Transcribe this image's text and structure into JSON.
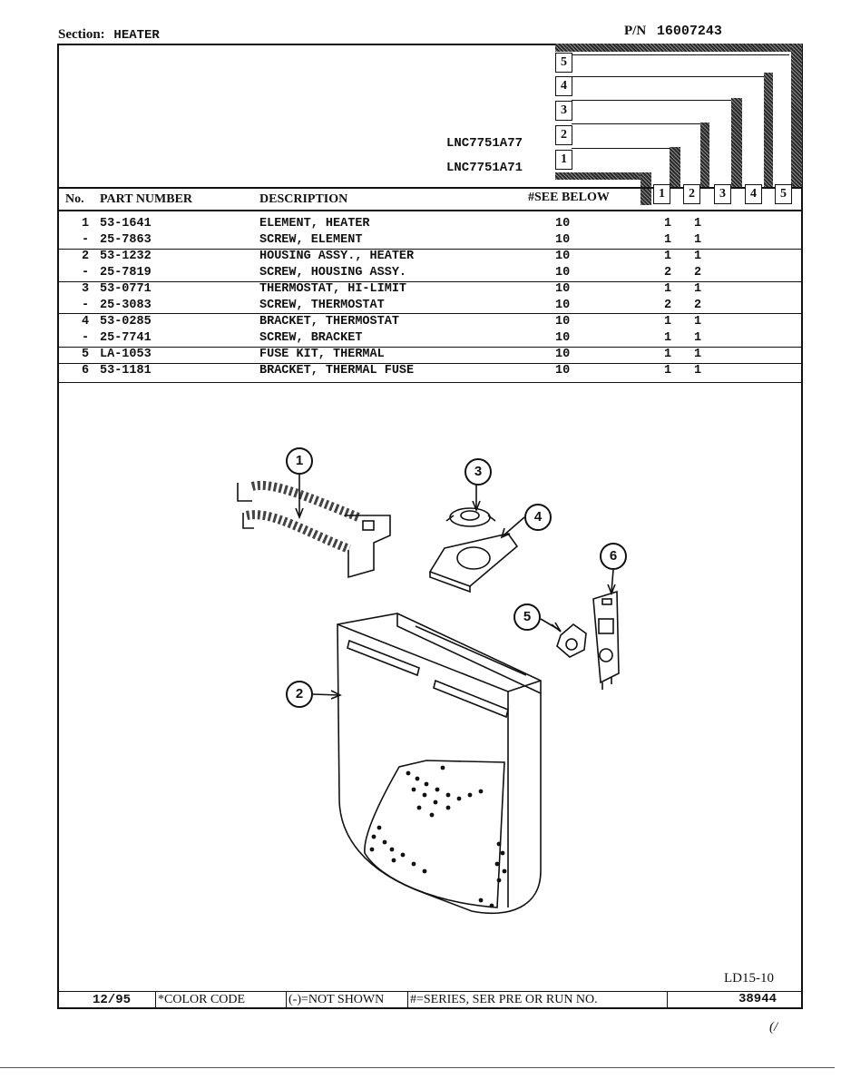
{
  "header": {
    "section_label": "Section:",
    "section_value": "HEATER",
    "pn_label": "P/N",
    "pn_value": "16007243"
  },
  "models": [
    "LNC7751A77",
    "LNC7751A71"
  ],
  "series_boxes": [
    "5",
    "4",
    "3",
    "2",
    "1"
  ],
  "columns": {
    "no": "No.",
    "part_number": "PART NUMBER",
    "description": "DESCRIPTION",
    "see_below": "#SEE BELOW",
    "col_nums": [
      "1",
      "2",
      "3",
      "4",
      "5"
    ]
  },
  "rows": [
    {
      "no": "1",
      "part": "53-1641",
      "desc": "ELEMENT, HEATER",
      "see": "10",
      "c1": "1",
      "c2": "1"
    },
    {
      "no": "-",
      "part": "25-7863",
      "desc": "SCREW, ELEMENT",
      "see": "10",
      "c1": "1",
      "c2": "1"
    },
    {
      "no": "2",
      "part": "53-1232",
      "desc": "HOUSING ASSY., HEATER",
      "see": "10",
      "c1": "1",
      "c2": "1"
    },
    {
      "no": "-",
      "part": "25-7819",
      "desc": "SCREW, HOUSING ASSY.",
      "see": "10",
      "c1": "2",
      "c2": "2"
    },
    {
      "no": "3",
      "part": "53-0771",
      "desc": "THERMOSTAT, HI-LIMIT",
      "see": "10",
      "c1": "1",
      "c2": "1"
    },
    {
      "no": "-",
      "part": "25-3083",
      "desc": "SCREW, THERMOSTAT",
      "see": "10",
      "c1": "2",
      "c2": "2"
    },
    {
      "no": "4",
      "part": "53-0285",
      "desc": "BRACKET, THERMOSTAT",
      "see": "10",
      "c1": "1",
      "c2": "1"
    },
    {
      "no": "-",
      "part": "25-7741",
      "desc": "SCREW, BRACKET",
      "see": "10",
      "c1": "1",
      "c2": "1"
    },
    {
      "no": "5",
      "part": "LA-1053",
      "desc": "FUSE KIT, THERMAL",
      "see": "10",
      "c1": "1",
      "c2": "1"
    },
    {
      "no": "6",
      "part": "53-1181",
      "desc": "BRACKET, THERMAL FUSE",
      "see": "10",
      "c1": "1",
      "c2": "1"
    }
  ],
  "callouts": [
    "1",
    "2",
    "3",
    "4",
    "5",
    "6"
  ],
  "diagram_code": "LD15-10",
  "footer": {
    "date": "12/95",
    "color_code": "*COLOR CODE",
    "not_shown": "(-)=NOT SHOWN",
    "series": "#=SERIES, SER PRE OR RUN NO.",
    "number": "38944"
  },
  "page_mark": "(/"
}
